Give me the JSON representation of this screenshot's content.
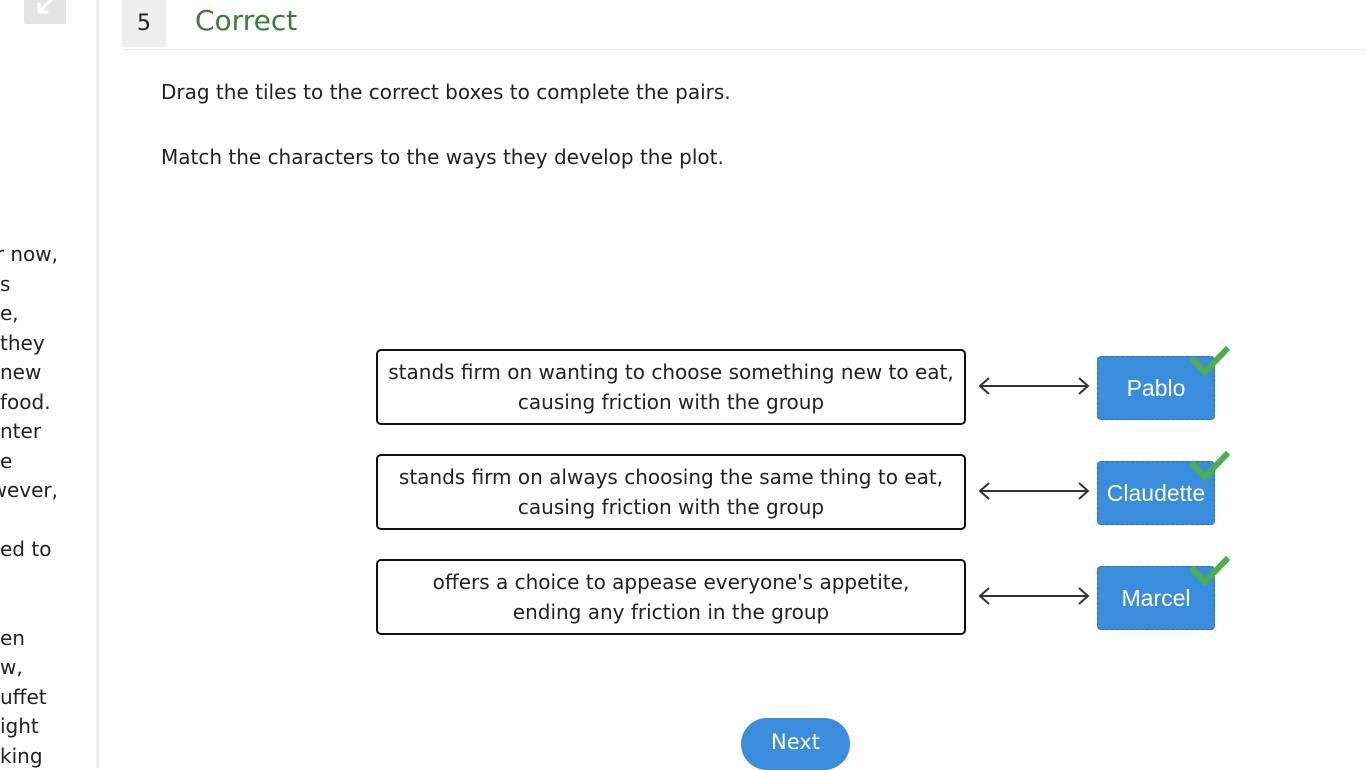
{
  "passage": {
    "lines": [
      "r now,",
      "s",
      "e,",
      "they",
      "new",
      "food.",
      "nter",
      "e",
      "wever,",
      "",
      "ed to",
      "",
      "",
      "en",
      "w,",
      "uffet",
      "ight",
      "king"
    ]
  },
  "question": {
    "number": "5",
    "status": "Correct",
    "instruction1": "Drag the tiles to the correct boxes to complete the pairs.",
    "instruction2": "Match the characters to the ways they develop the plot."
  },
  "pairs": [
    {
      "description_line1": "stands firm on wanting to choose something new to eat,",
      "description_line2": "causing friction with the group",
      "tile": "Pablo"
    },
    {
      "description_line1": "stands firm on always choosing the same thing to eat,",
      "description_line2": "causing friction with the group",
      "tile": "Claudette"
    },
    {
      "description_line1": "offers a choice to appease everyone's appetite,",
      "description_line2": "ending any friction in the group",
      "tile": "Marcel"
    }
  ],
  "next_label": "Next",
  "colors": {
    "correct_green": "#3d7d3b",
    "tile_blue": "#3a8ddd",
    "check_green": "#4cae4c"
  },
  "icons": {
    "collapse": "collapse-arrow-icon",
    "arrow": "double-arrow-icon",
    "check": "check-icon"
  }
}
